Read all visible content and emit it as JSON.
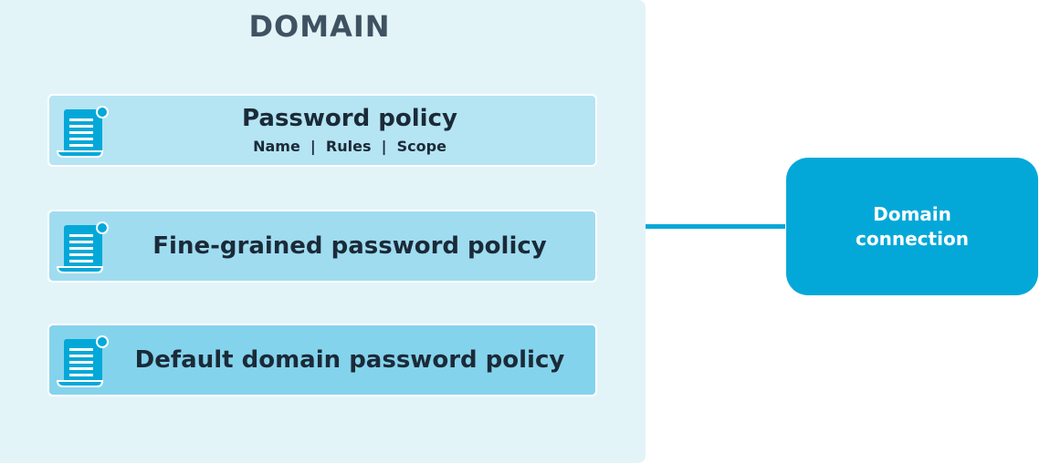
{
  "domain": {
    "title": "DOMAIN",
    "policies": [
      {
        "title": "Password policy",
        "subtitle": "Name  |  Rules  |  Scope",
        "icon": "scroll-document-icon"
      },
      {
        "title": "Fine-grained password policy",
        "subtitle": "",
        "icon": "scroll-document-icon"
      },
      {
        "title": "Default domain password policy",
        "subtitle": "",
        "icon": "scroll-document-icon"
      }
    ]
  },
  "connection": {
    "label": "Domain connection"
  },
  "colors": {
    "accent": "#04a8d8",
    "domain_background": "#e3f4f9",
    "title_text": "#3f5261",
    "body_text": "#1b2a38"
  }
}
